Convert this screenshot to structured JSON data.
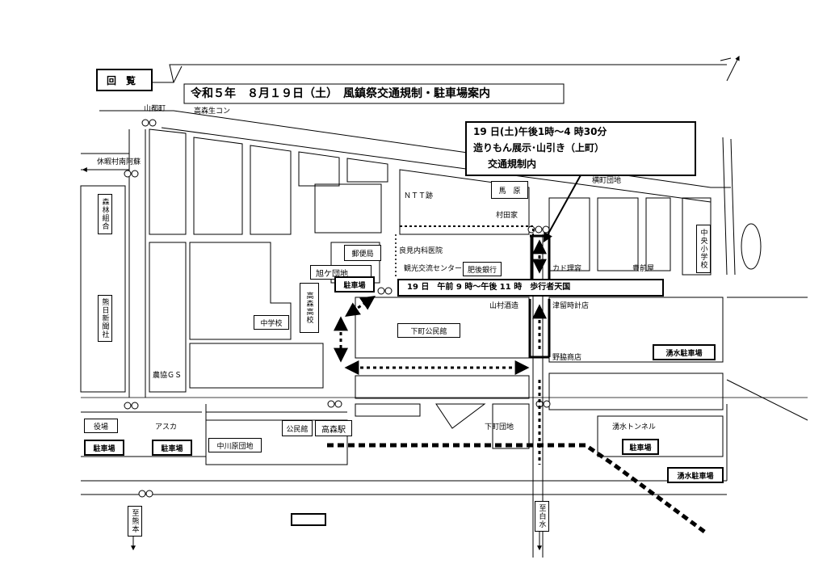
{
  "header": {
    "kairan": "回　覧",
    "title": "令和５年　８月１９日（土）　風鎮祭交通規制・駐車場案内"
  },
  "info_box": {
    "line1": "19 日(土)午後1時～4 時30分",
    "line2": "造りもん展示･山引き（上町）",
    "line3": "交通規制内"
  },
  "pedestrian_bar": "19 日　午前 9 時～午後 11 時　歩行者天国",
  "places": {
    "yamato": "山都町",
    "takamori_seicon": "高森生コン",
    "kyuka": "休暇村南阿蘇",
    "shinrin": "森林組合",
    "nichi": "熊日新聞社",
    "nokyo": "農協ＧＳ",
    "yakuba": "役場",
    "asuka": "アスカ",
    "nakagawara": "中川原団地",
    "koumin": "公民館",
    "station": "高森駅",
    "shimomachi_danchi": "下町団地",
    "yusui_tunnel": "湧水トンネル",
    "ntt": "ＮＴＴ跡",
    "bahara": "馬　原",
    "yokomachi": "横町団地",
    "murata": "村田家",
    "chuo": "中央小学校",
    "yoshimi": "良見内科医院",
    "kanko": "観光交流センター",
    "higo": "肥後銀行",
    "kado": "カド理容",
    "toyomae": "豊前屋",
    "yubin": "郵便局",
    "asahi": "旭ケ団地",
    "koukou": "高森高校",
    "chugakko": "中学校",
    "yamamura": "山村酒造",
    "tsuru": "津留時計店",
    "shimo_kominkan": "下町公民館",
    "nowaki": "野脇商店",
    "to_kumamoto": "至熊本",
    "to_hakusui": "至白水"
  },
  "parking": {
    "p1": "駐車場",
    "p_yakuba": "駐車場",
    "p_asuka": "駐車場",
    "p_tunnel": "駐車場",
    "yusui1": "湧水駐車場",
    "yusui2": "湧水駐車場"
  }
}
